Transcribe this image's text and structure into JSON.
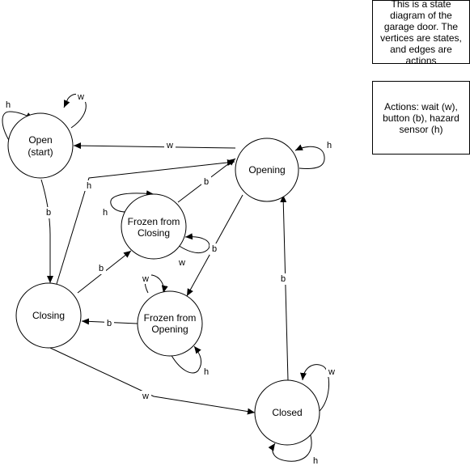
{
  "notes": {
    "description": "This is a state diagram of the garage door. The vertices are states, and edges are actions",
    "actions": "Actions: wait (w), button (b), hazard sensor (h)"
  },
  "states": {
    "open": [
      "Open",
      "(start)"
    ],
    "opening": [
      "Opening"
    ],
    "frozen_closing": [
      "Frozen from",
      "Closing"
    ],
    "closing": [
      "Closing"
    ],
    "frozen_opening": [
      "Frozen from",
      "Opening"
    ],
    "closed": [
      "Closed"
    ]
  },
  "edges": {
    "open_self_h": "h",
    "open_self_w": "w",
    "opening_to_open": "w",
    "opening_self_h": "h",
    "open_to_closing": "b",
    "closing_to_opening": "h",
    "frozen_closing_to_opening": "b",
    "frozen_closing_self_h": "h",
    "frozen_closing_self_w": "w",
    "closing_to_frozen_closing": "b",
    "opening_to_frozen_opening": "b",
    "frozen_opening_to_closing": "b",
    "frozen_opening_self_w": "w",
    "frozen_opening_self_h": "h",
    "closing_to_closed": "w",
    "closed_to_opening": "b",
    "closed_self_w": "w",
    "closed_self_h": "h"
  }
}
